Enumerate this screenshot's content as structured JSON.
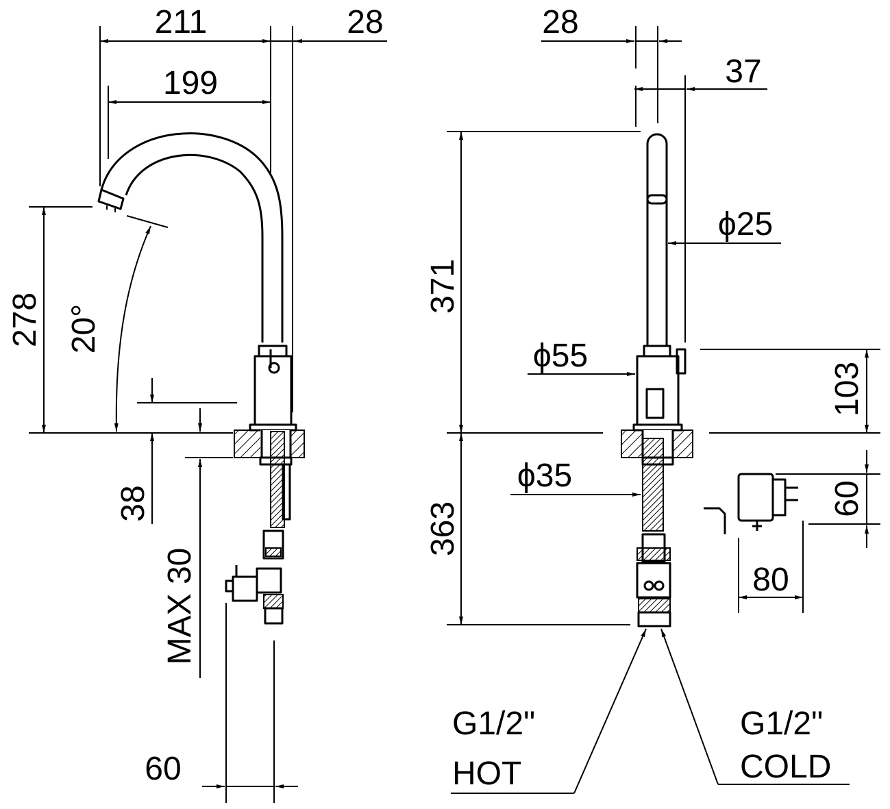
{
  "colors": {
    "line": "#000000",
    "background": "#ffffff"
  },
  "side_view": {
    "width_outer": "211",
    "width_inner": "199",
    "depth_top": "28",
    "spout_height": "278",
    "spout_angle": "20°",
    "deck_thickness": "38",
    "max_deck": "MAX 30",
    "bottom_width": "60"
  },
  "front_view": {
    "top_width": "28",
    "offset": "37",
    "spout_diameter": "ϕ25",
    "total_height": "371",
    "base_diameter": "ϕ55",
    "base_height": "103",
    "shank_diameter": "ϕ35",
    "below_deck": "363",
    "hot_thread": "G1/2\"",
    "hot_label": "HOT",
    "cold_thread": "G1/2\"",
    "cold_label": "COLD"
  },
  "power_supply": {
    "height": "60",
    "width": "80"
  }
}
